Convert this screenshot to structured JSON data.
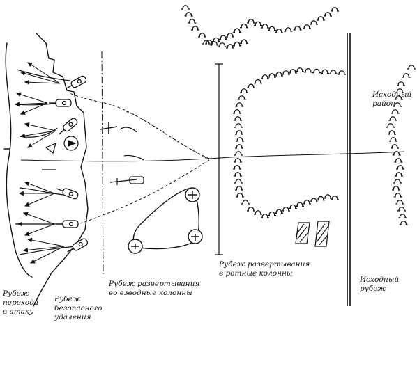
{
  "labels": {
    "start_area": [
      "Исходный",
      "район"
    ],
    "deploy_company": [
      "Рубеж развертывания",
      "в ротные колонны"
    ],
    "deploy_platoon": [
      "Рубеж развертывания",
      "во взводные колонны"
    ],
    "start_line": [
      "Исходный",
      "рубеж"
    ],
    "attack_line": [
      "Рубеж",
      "перехода",
      "в атаку"
    ],
    "safe_distance": [
      "Рубеж",
      "безопасного",
      "удаления"
    ]
  }
}
